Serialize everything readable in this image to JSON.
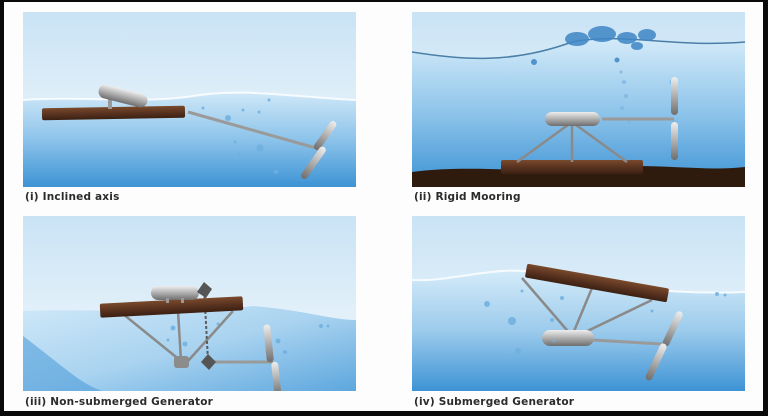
{
  "figure": {
    "panels": [
      {
        "id": "inclined-axis",
        "label": "(i) Inclined axis"
      },
      {
        "id": "rigid-mooring",
        "label": "(ii) Rigid Mooring"
      },
      {
        "id": "non-submerged-generator",
        "label": "(iii) Non-submerged Generator"
      },
      {
        "id": "submerged-generator",
        "label": "(iv) Submerged Generator"
      }
    ]
  },
  "colors": {
    "sky_top": "#cfe6f6",
    "sky_bottom": "#f4f9fd",
    "water_top": "#bfe0f5",
    "water_bottom": "#3f95d6",
    "platform": "#5a3320",
    "seabed": "#3a2212",
    "metal": "#9a9a9a",
    "frame": "#0a0a0a"
  }
}
